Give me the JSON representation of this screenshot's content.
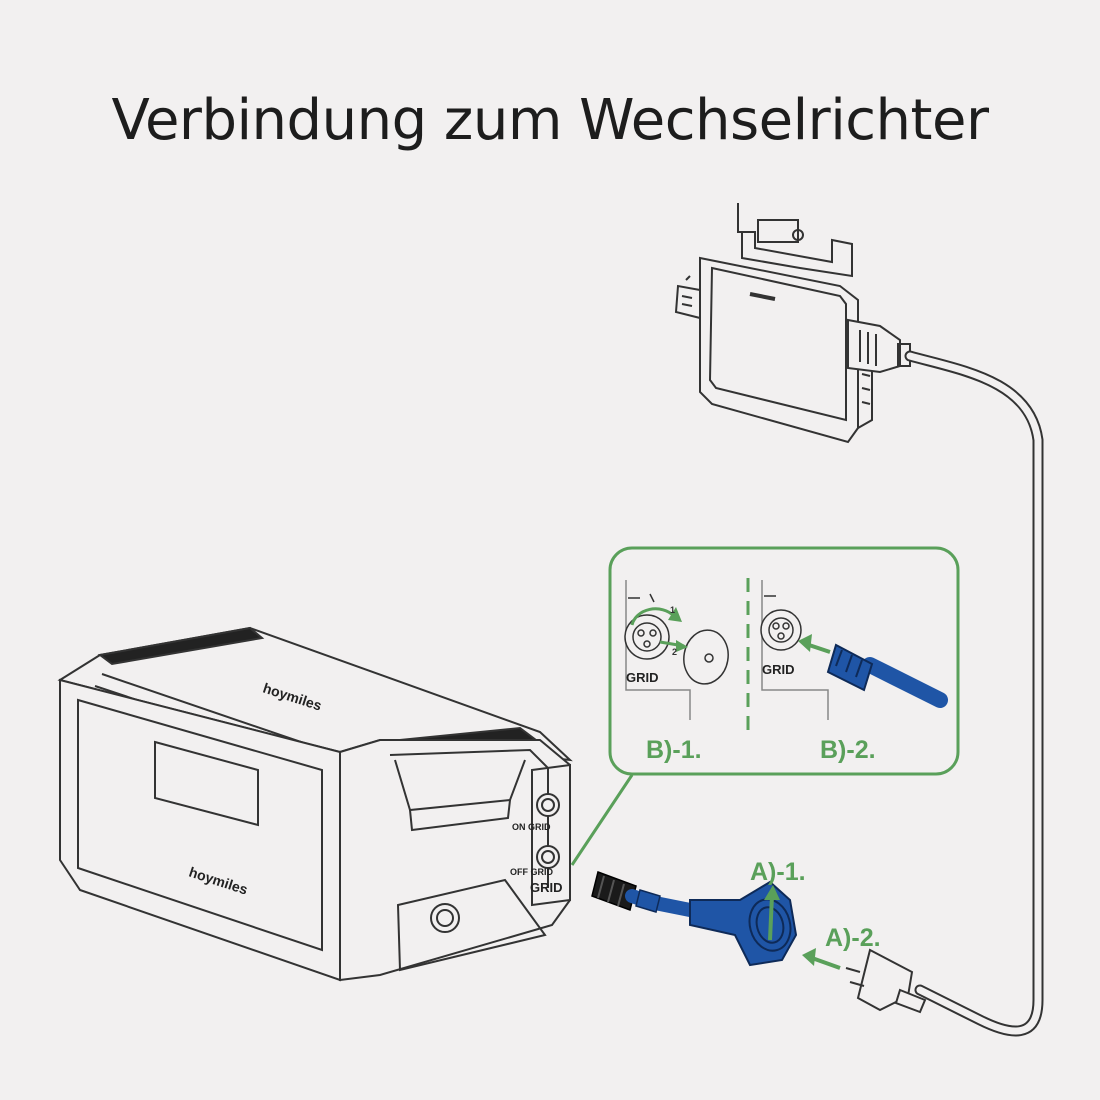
{
  "title": "Verbindung zum Wechselrichter",
  "brand": "hoymiles",
  "ports": {
    "on_grid": "ON GRID",
    "off_grid": "OFF GRID",
    "grid": "GRID"
  },
  "steps": {
    "b1": "B)-1.",
    "b2": "B)-2.",
    "a1": "A)-1.",
    "a2": "A)-2."
  },
  "detail_markers": {
    "one": "1",
    "two": "2"
  },
  "colors": {
    "accent": "#5aa05a",
    "cable_blue": "#1f55a6",
    "line": "#333333",
    "background": "#f2f0f0"
  }
}
